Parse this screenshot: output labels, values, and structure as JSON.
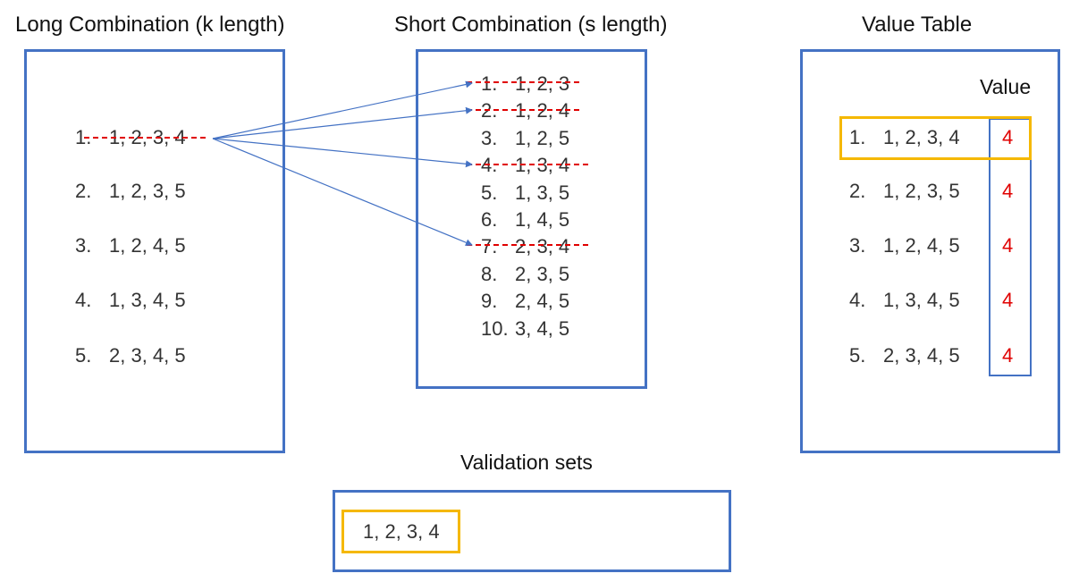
{
  "long": {
    "title": "Long Combination (k length)",
    "items": [
      {
        "num": "1.",
        "set": "1, 2, 3, 4",
        "struck": true
      },
      {
        "num": "2.",
        "set": "1, 2, 3, 5",
        "struck": false
      },
      {
        "num": "3.",
        "set": "1, 2, 4, 5",
        "struck": false
      },
      {
        "num": "4.",
        "set": "1, 3, 4, 5",
        "struck": false
      },
      {
        "num": "5.",
        "set": "2, 3, 4, 5",
        "struck": false
      }
    ]
  },
  "short": {
    "title": "Short Combination (s length)",
    "items": [
      {
        "num": "1.",
        "set": "1, 2, 3",
        "struck": true
      },
      {
        "num": "2.",
        "set": "1, 2, 4",
        "struck": true
      },
      {
        "num": "3.",
        "set": "1, 2, 5",
        "struck": false
      },
      {
        "num": "4.",
        "set": "1, 3, 4",
        "struck": true
      },
      {
        "num": "5.",
        "set": "1, 3, 5",
        "struck": false
      },
      {
        "num": "6.",
        "set": "1, 4, 5",
        "struck": false
      },
      {
        "num": "7.",
        "set": "2, 3, 4",
        "struck": true
      },
      {
        "num": "8.",
        "set": "2, 3, 5",
        "struck": false
      },
      {
        "num": "9.",
        "set": "2, 4, 5",
        "struck": false
      },
      {
        "num": "10.",
        "set": "3, 4, 5",
        "struck": false
      }
    ]
  },
  "value_table": {
    "title": "Value Table",
    "column_header": "Value",
    "rows": [
      {
        "num": "1.",
        "set": "1, 2, 3, 4",
        "value": "4"
      },
      {
        "num": "2.",
        "set": "1, 2, 3, 5",
        "value": "4"
      },
      {
        "num": "3.",
        "set": "1, 2, 4, 5",
        "value": "4"
      },
      {
        "num": "4.",
        "set": "1, 3, 4, 5",
        "value": "4"
      },
      {
        "num": "5.",
        "set": "2, 3, 4, 5",
        "value": "4"
      }
    ]
  },
  "validation": {
    "title": "Validation sets",
    "set": "1, 2, 3, 4"
  },
  "colors": {
    "box_border": "#4472c4",
    "highlight": "#f5b800",
    "strike": "#e00000",
    "value_text": "#e00000",
    "arrow": "#4472c4"
  }
}
